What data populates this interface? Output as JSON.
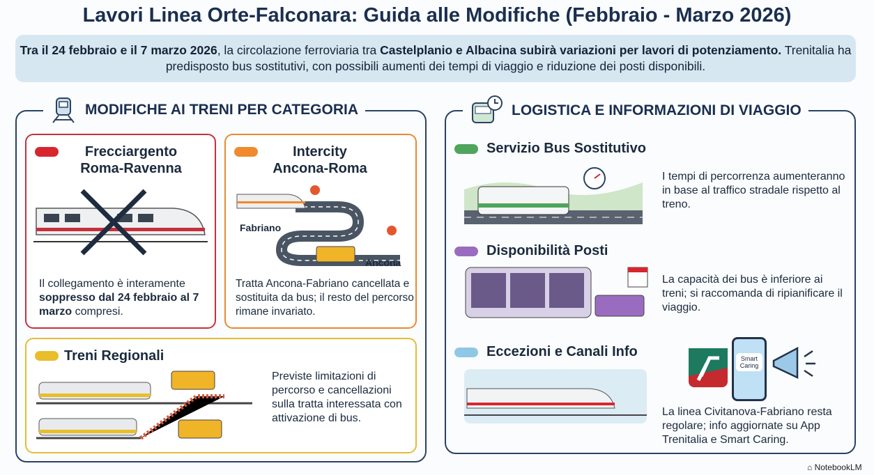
{
  "title": "Lavori Linea Orte-Falconara: Guida alle Modifiche (Febbraio - Marzo 2026)",
  "summary": {
    "b1": "Tra il 24 febbraio e il 7 marzo 2026",
    "t1": ", la circolazione ferroviaria tra ",
    "b2": "Castelplanio e Albacina subirà variazioni per lavori di potenziamento.",
    "t2": " Trenitalia ha predisposto bus sostitutivi, con possibili aumenti dei tempi di viaggio e riduzione dei posti disponibili."
  },
  "left": {
    "header": "MODIFICHE AI TRENI PER CATEGORIA",
    "frecciargento": {
      "title1": "Frecciargento",
      "title2": "Roma-Ravenna",
      "t1": "Il collegamento è interamente ",
      "b1": "soppresso dal 24 febbraio al 7 marzo",
      "t2": " compresi.",
      "color": "#d7262e"
    },
    "intercity": {
      "title1": "Intercity",
      "title2": "Ancona-Roma",
      "label_a": "Fabriano",
      "label_b": "Ancona",
      "text": "Tratta Ancona-Fabriano cancellata e sostituita da bus; il resto del percorso rimane invariato.",
      "color": "#ef8a2f"
    },
    "regionali": {
      "title": "Treni Regionali",
      "text": "Previste limitazioni di percorso e cancellazioni sulla tratta interessata con attivazione di bus.",
      "color": "#e9be2b"
    }
  },
  "right": {
    "header": "LOGISTICA E INFORMAZIONI DI VIAGGIO",
    "bus": {
      "title": "Servizio Bus Sostitutivo",
      "text": "I tempi di percorrenza aumenteranno in base al traffico stradale rispetto al treno.",
      "color": "#4fa55c"
    },
    "posti": {
      "title": "Disponibilità Posti",
      "text": "La capacità dei bus è inferiore ai treni; si raccomanda di ripianificare il viaggio.",
      "color": "#9a6cc0"
    },
    "info": {
      "title": "Eccezioni e Canali Info",
      "phone_label": "Smart Caring",
      "text": "La linea Civitanova-Fabriano resta regolare; info aggiornate su App Trenitalia e Smart Caring.",
      "color": "#8ec8e6"
    }
  },
  "footer": "NotebookLM"
}
